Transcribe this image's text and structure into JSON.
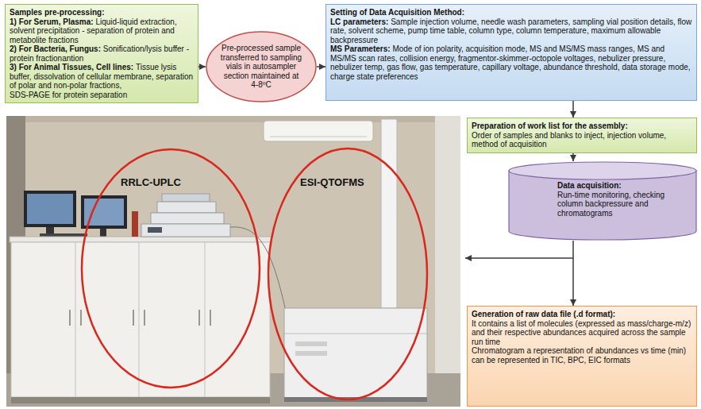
{
  "diagram": {
    "nodes": [
      {
        "text": [
          "Samples pre-processing:",
          "1) For Serum, Plasma:",
          "Liquid-liquid extraction, solvent precipitation - separation of protein and metabolite fractions",
          "2) For Bacteria, Fungus:",
          "Sonification/lysis buffer - protein fractionantion",
          "3) For Animal Tissues, Cell lines:",
          "Tissue lysis buffer, dissolvation of cellular membrane, separation of polar and non-polar fractions,",
          "SDS-PAGE for protein separation"
        ]
      },
      {
        "text": [
          "Pre-processed sample transferred to sampling vials in autosampler section maintained at 4-8ºC"
        ]
      },
      {
        "text": [
          "Setting of Data Acquisition Method:",
          "LC parameters:",
          "Sample injection volume, needle wash parameters, sampling vial position details, flow rate, solvent scheme, pump time table, column type, column temperature, maximum allowable backpressure",
          "MS Parameters:",
          "Mode of ion polarity, acquisition mode, MS and MS/MS mass ranges, MS and MS/MS scan rates, collision energy, fragmentor-skimmer-octopole voltages, nebulizer pressure, nebulizer temp, gas flow, gas temperature, capillary voltage, abundance threshold, data storage mode, charge state preferences"
        ]
      },
      {
        "text": [
          "Preparation of work list for the assembly:",
          "Order of samples and blanks to inject, injection volume, method of acquisition"
        ]
      },
      {
        "text": [
          "Data acquisition:",
          "Run-time monitoring, checking column backpressure and chromatograms"
        ]
      },
      {
        "text": [
          "Generation of raw data file (.d format):",
          "It contains a list of molecules (expressed as mass/charge-m/z) and their respective abundances acquired across the sample run time",
          "Chromatogram a representation of abundances vs time (min) can be represented in TIC, BPC, EIC formats"
        ]
      }
    ],
    "edges": [
      {
        "from": 0,
        "to": 1,
        "arrow": "to"
      },
      {
        "from": 1,
        "to": 2,
        "arrow": "to"
      },
      {
        "from": 2,
        "to": 3,
        "arrow": "to"
      },
      {
        "from": 3,
        "to": 4,
        "arrow": "to"
      },
      {
        "from": 4,
        "to": 5,
        "arrow": "to"
      }
    ],
    "labels": [
      "RRLC-UPLC",
      "ESI-QTOFMS"
    ]
  }
}
